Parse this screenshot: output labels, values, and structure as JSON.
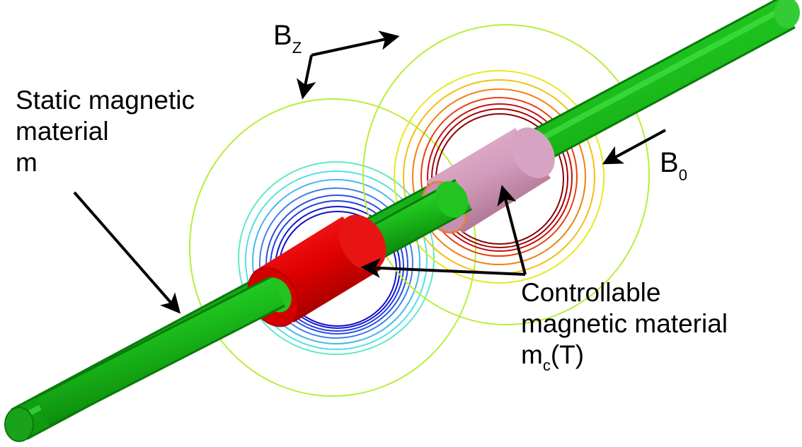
{
  "labels": {
    "static_line1": "Static magnetic",
    "static_line2": "material",
    "static_line3": "m",
    "ctrl_line1": "Controllable",
    "ctrl_line2": "magnetic material",
    "ctrl_m": "m",
    "ctrl_sub": "c",
    "ctrl_paren": "(T)",
    "bz_main": "B",
    "bz_sub": "Z",
    "b0_main": "B",
    "b0_sub": "0"
  },
  "colors": {
    "rod": "#1ec01e",
    "red_sleeve": "#e30000",
    "pink_sleeve": "#d18fb4",
    "outer_contour": "#b8ee3a",
    "blue_contours": [
      "#1515d0",
      "#2d4fe0",
      "#3f7ff0",
      "#47b8f0",
      "#52e0e8"
    ],
    "red_contours": [
      "#8a0000",
      "#c81010",
      "#e84010",
      "#f28010",
      "#f2c010",
      "#e8e820"
    ]
  }
}
